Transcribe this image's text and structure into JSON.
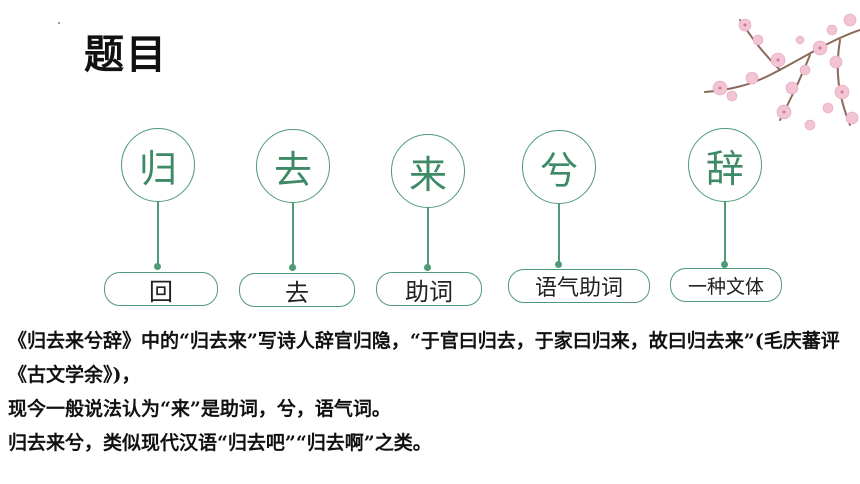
{
  "title": "题目",
  "nodes": [
    {
      "char": "归",
      "meaning": "回"
    },
    {
      "char": "去",
      "meaning": "去"
    },
    {
      "char": "来",
      "meaning": "助词"
    },
    {
      "char": "兮",
      "meaning": "语气助词"
    },
    {
      "char": "辞",
      "meaning": "一种文体"
    }
  ],
  "paragraphs": [
    "《归去来兮辞》中的“归去来”写诗人辞官归隐，“于官曰归去，于家曰归来，故曰归去来”(毛庆蕃评《古文学余》)，",
    "现今一般说法认为“来”是助词，兮，语气词。",
    "归去来兮，类似现代汉语“归去吧”“归去啊”之类。"
  ],
  "colors": {
    "accent": "#4f9a77",
    "blossom": "#f2c4d4",
    "branch": "#8a6a5a"
  }
}
